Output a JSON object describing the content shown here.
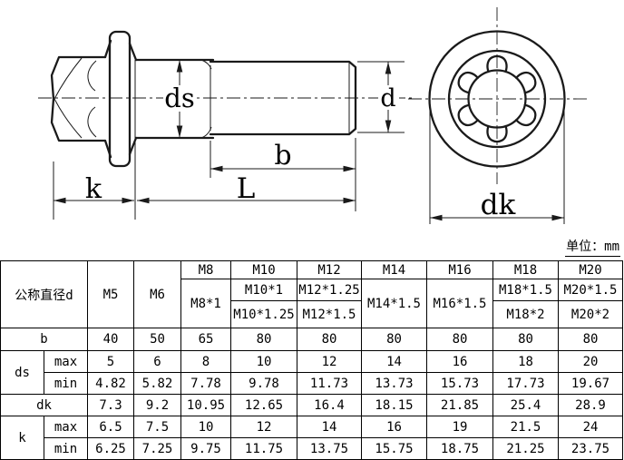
{
  "units_note": "单位：mm",
  "drawing": {
    "labels": {
      "ds": "ds",
      "b": "b",
      "k": "k",
      "L": "L",
      "d": "d",
      "dk": "dk"
    }
  },
  "table": {
    "corner_header": "公称直径d",
    "sizes": {
      "m5": "M5",
      "m6": "M6",
      "m8": "M8",
      "m8_fine": "M8*1",
      "m10": "M10",
      "m10_fine1": "M10*1",
      "m10_fine2": "M10*1.25",
      "m12": "M12",
      "m12_fine1": "M12*1.25",
      "m12_fine2": "M12*1.5",
      "m14": "M14",
      "m14_fine": "M14*1.5",
      "m16": "M16",
      "m16_fine": "M16*1.5",
      "m18": "M18",
      "m18_fine1": "M18*1.5",
      "m18_fine2": "M18*2",
      "m20": "M20",
      "m20_fine1": "M20*1.5",
      "m20_fine2": "M20*2"
    },
    "row_labels": {
      "b": "b",
      "ds": "ds",
      "dk": "dk",
      "k": "k",
      "max": "max",
      "min": "min"
    },
    "rows": {
      "b": [
        "40",
        "50",
        "65",
        "80",
        "80",
        "80",
        "80",
        "80",
        "80"
      ],
      "ds_max": [
        "5",
        "6",
        "8",
        "10",
        "12",
        "14",
        "16",
        "18",
        "20"
      ],
      "ds_min": [
        "4.82",
        "5.82",
        "7.78",
        "9.78",
        "11.73",
        "13.73",
        "15.73",
        "17.73",
        "19.67"
      ],
      "dk": [
        "7.3",
        "9.2",
        "10.95",
        "12.65",
        "16.4",
        "18.15",
        "21.85",
        "25.4",
        "28.9"
      ],
      "k_max": [
        "6.5",
        "7.5",
        "10",
        "12",
        "14",
        "16",
        "19",
        "21.5",
        "24"
      ],
      "k_min": [
        "6.25",
        "7.25",
        "9.75",
        "11.75",
        "13.75",
        "15.75",
        "18.75",
        "21.25",
        "23.75"
      ]
    }
  }
}
